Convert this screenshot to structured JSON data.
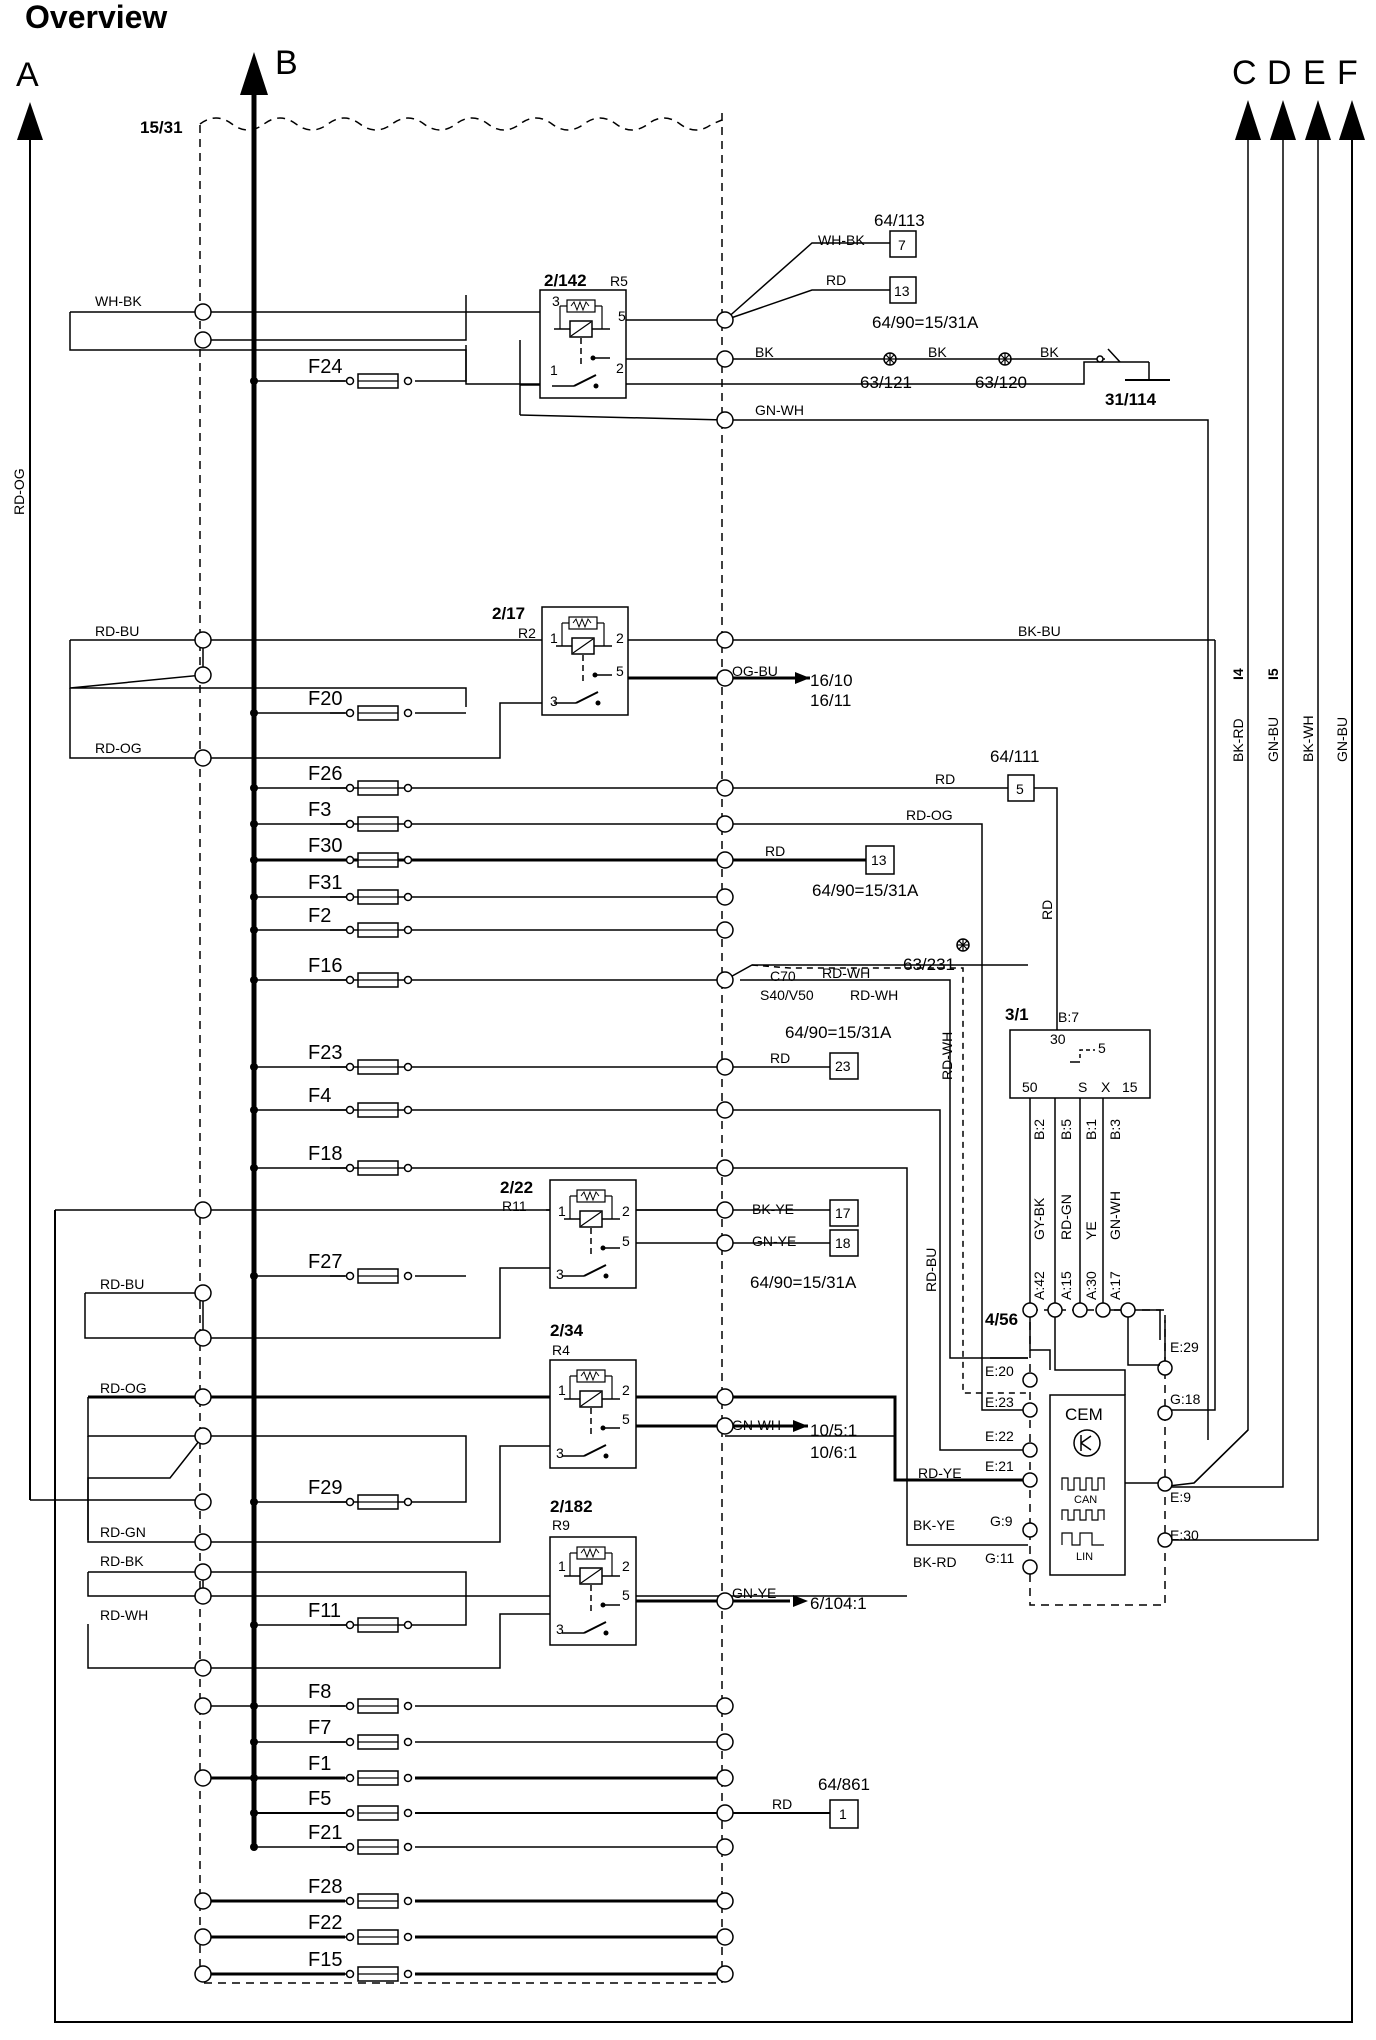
{
  "title": "Overview",
  "module_id": "15/31",
  "connectors": {
    "a": "A",
    "b": "B",
    "c": "C",
    "d": "D",
    "e": "E",
    "f": "F"
  },
  "relays": {
    "r142": {
      "id": "2/142",
      "code": "R5",
      "pins": [
        "3",
        "5",
        "1",
        "2"
      ]
    },
    "r17": {
      "id": "2/17",
      "code": "R2",
      "pins": [
        "1",
        "2",
        "5",
        "3"
      ]
    },
    "r22": {
      "id": "2/22",
      "code": "R11",
      "pins": [
        "1",
        "2",
        "5",
        "3"
      ]
    },
    "r34": {
      "id": "2/34",
      "code": "R4",
      "pins": [
        "1",
        "2",
        "5",
        "3"
      ]
    },
    "r182": {
      "id": "2/182",
      "code": "R9",
      "pins": [
        "1",
        "2",
        "5",
        "3"
      ]
    }
  },
  "fuses": [
    "F24",
    "F20",
    "F26",
    "F3",
    "F30",
    "F31",
    "F2",
    "F16",
    "F23",
    "F4",
    "F18",
    "F27",
    "F29",
    "F11",
    "F8",
    "F7",
    "F1",
    "F5",
    "F21",
    "F28",
    "F22",
    "F15"
  ],
  "wires": {
    "wh_bk": "WH-BK",
    "rd": "RD",
    "bk": "BK",
    "gn_wh": "GN-WH",
    "rd_og": "RD-OG",
    "rd_bu": "RD-BU",
    "bk_bu": "BK-BU",
    "og_bu": "OG-BU",
    "rd_wh": "RD-WH",
    "bk_ye": "BK-YE",
    "gn_ye": "GN-YE",
    "rd_ye": "RD-YE",
    "rd_gn": "RD-GN",
    "rd_bk": "RD-BK",
    "bk_rd": "BK-RD",
    "gn_bu": "GN-BU",
    "bk_wh": "BK-WH",
    "gy_bk": "GY-BK",
    "ye": "YE",
    "c70": "C70",
    "s40v50": "S40/V50",
    "i4": "I4",
    "i5": "I5"
  },
  "components": {
    "c64_113": "64/113",
    "c64_90": "64/90=15/31A",
    "c63_121": "63/121",
    "c63_120": "63/120",
    "c31_114": "31/114",
    "c16_10": "16/10",
    "c16_11": "16/11",
    "c64_111": "64/111",
    "c63_231": "63/231",
    "c3_1": "3/1",
    "c4_56": "4/56",
    "c10_5_1": "10/5:1",
    "c10_6_1": "10/6:1",
    "c6_104_1": "6/104:1",
    "c64_861": "64/861"
  },
  "pin_boxes": {
    "p7": "7",
    "p13a": "13",
    "p5": "5",
    "p13b": "13",
    "p23": "23",
    "p17": "17",
    "p18": "18",
    "p1": "1"
  },
  "ignition_switch": {
    "b7": "B:7",
    "t30": "30",
    "t5": "5",
    "t50": "50",
    "ts": "S",
    "tx": "X",
    "t15": "15",
    "b2": "B:2",
    "b5": "B:5",
    "b1": "B:1",
    "b3": "B:3"
  },
  "cem": {
    "label": "CEM",
    "can": "CAN",
    "lin": "LIN",
    "pins": {
      "a42": "A:42",
      "a15": "A:15",
      "a30": "A:30",
      "a17": "A:17",
      "e20": "E:20",
      "e23": "E:23",
      "e22": "E:22",
      "e21": "E:21",
      "g9": "G:9",
      "g11": "G:11",
      "e29": "E:29",
      "g18": "G:18",
      "e9": "E:9",
      "e30": "E:30"
    }
  },
  "colors": {
    "line": "#000000",
    "background": "#ffffff"
  }
}
